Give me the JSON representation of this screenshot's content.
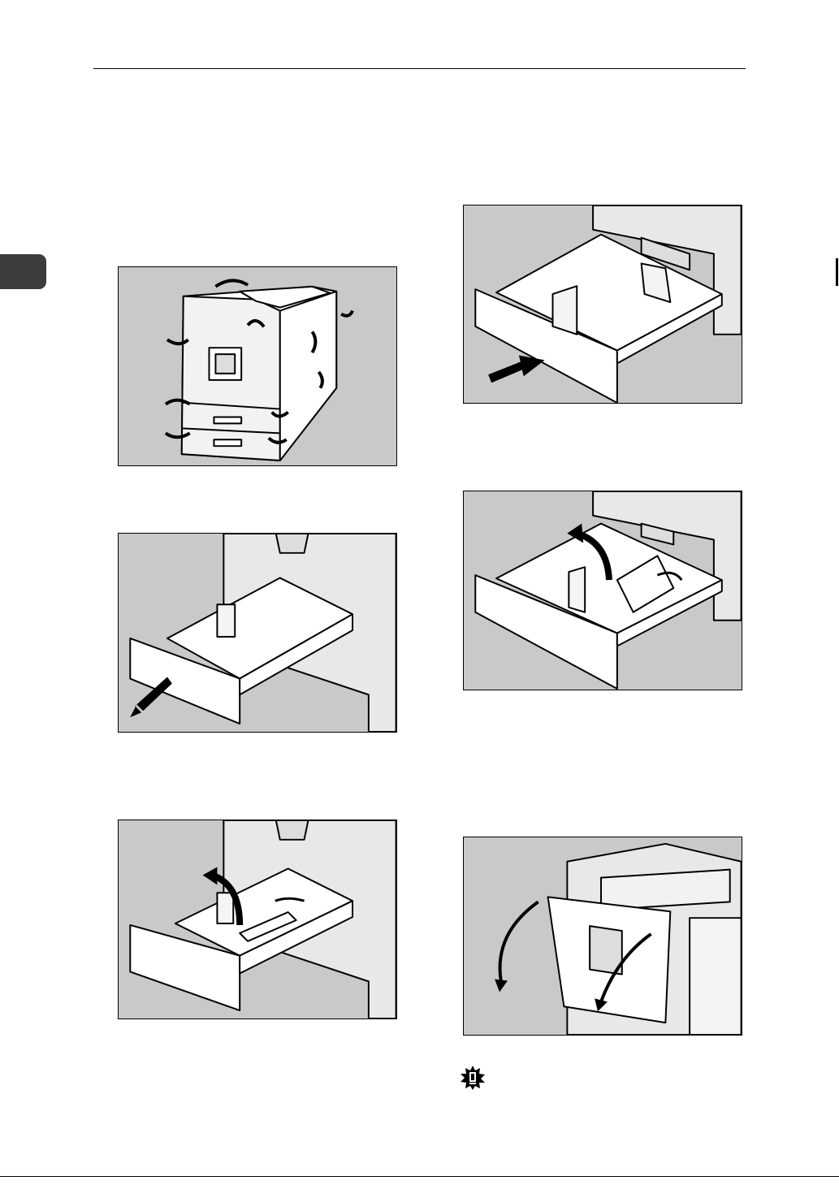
{
  "page": {
    "figures": [
      {
        "id": "fig1",
        "icon": "printer-overview-arrows"
      },
      {
        "id": "fig2",
        "icon": "tray-pull-out-arrow"
      },
      {
        "id": "fig3",
        "icon": "tray-guide-lift-arrows"
      },
      {
        "id": "fig4",
        "icon": "large-tray-pull-out-arrow"
      },
      {
        "id": "fig5",
        "icon": "large-tray-guide-lift-arrows"
      },
      {
        "id": "fig6",
        "icon": "front-cover-open-arrows"
      }
    ],
    "important_icon": "important-burst-icon"
  },
  "colors": {
    "figure_bg": "#c9c9c9",
    "line": "#000000",
    "part_fill": "#ffffff",
    "tab": "#3c3c3c"
  }
}
